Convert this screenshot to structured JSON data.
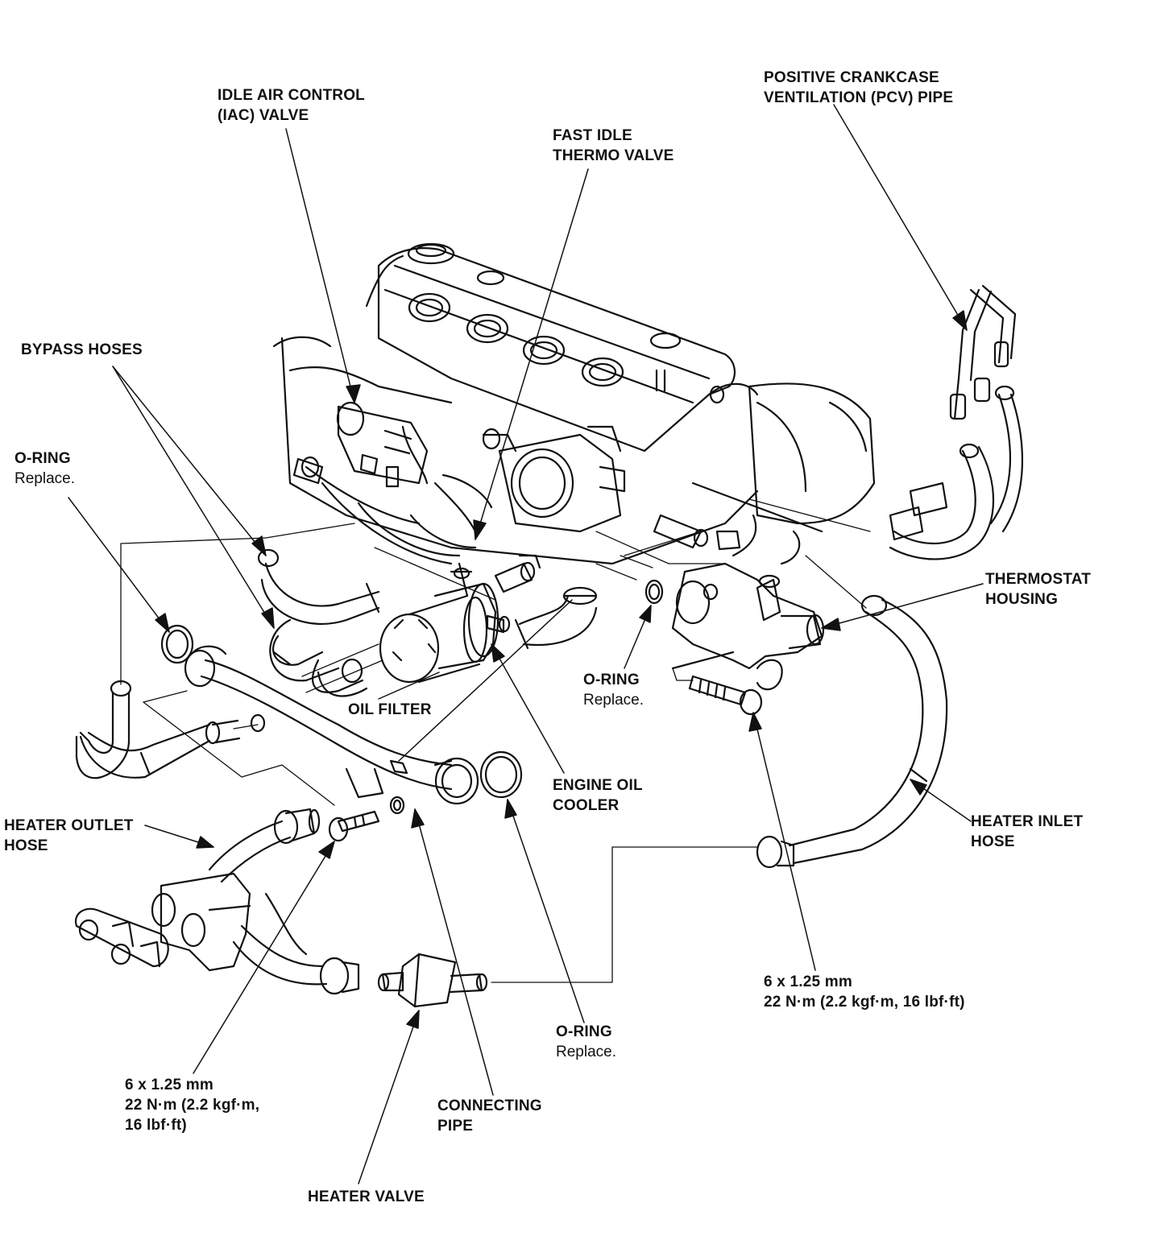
{
  "labels": {
    "iac_valve": {
      "line1": "IDLE AIR CONTROL",
      "line2": "(IAC) VALVE"
    },
    "fast_idle": {
      "line1": "FAST IDLE",
      "line2": "THERMO VALVE"
    },
    "pcv_pipe": {
      "line1": "POSITIVE CRANKCASE",
      "line2": "VENTILATION (PCV) PIPE"
    },
    "bypass_hoses": {
      "line1": "BYPASS HOSES"
    },
    "oring_left": {
      "line1": "O-RING",
      "line2": "Replace."
    },
    "thermostat_housing": {
      "line1": "THERMOSTAT",
      "line2": "HOUSING"
    },
    "oring_mid": {
      "line1": "O-RING",
      "line2": "Replace."
    },
    "oil_filter": {
      "line1": "OIL FILTER"
    },
    "engine_oil_cooler": {
      "line1": "ENGINE OIL",
      "line2": "COOLER"
    },
    "heater_outlet_hose": {
      "line1": "HEATER OUTLET",
      "line2": "HOSE"
    },
    "heater_inlet_hose": {
      "line1": "HEATER INLET",
      "line2": "HOSE"
    },
    "bolt_right": {
      "line1": "6 x 1.25 mm",
      "line2": "22 N·m (2.2 kgf·m, 16 lbf·ft)"
    },
    "oring_bottom": {
      "line1": "O-RING",
      "line2": "Replace."
    },
    "bolt_left": {
      "line1": "6 x 1.25 mm",
      "line2": "22 N·m (2.2 kgf·m,",
      "line3": "16 lbf·ft)"
    },
    "connecting_pipe": {
      "line1": "CONNECTING",
      "line2": "PIPE"
    },
    "heater_valve": {
      "line1": "HEATER VALVE"
    }
  },
  "colors": {
    "ink": "#111111",
    "paper": "#ffffff"
  }
}
